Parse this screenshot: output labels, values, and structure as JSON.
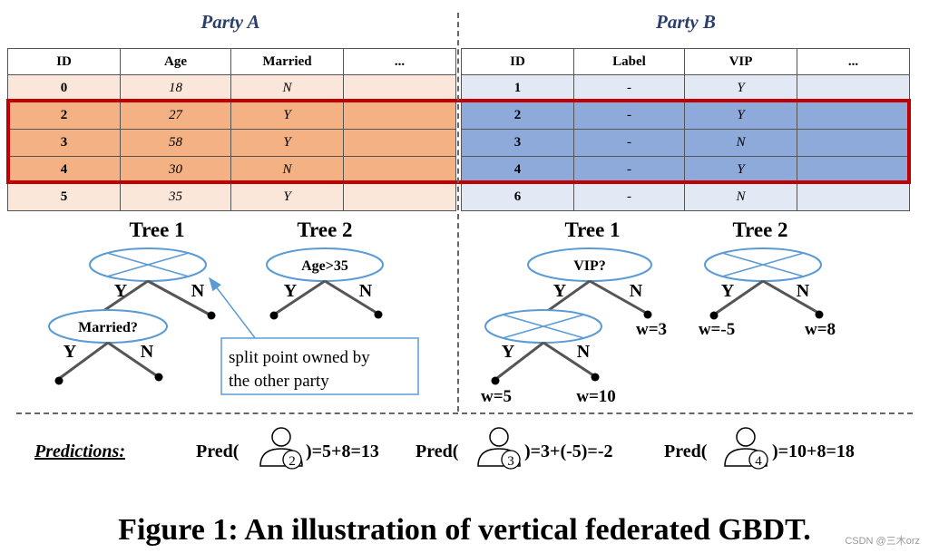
{
  "party_a": {
    "title": "Party A",
    "headers": [
      "ID",
      "Age",
      "Married",
      "..."
    ],
    "rows": [
      [
        "0",
        "18",
        "N",
        ""
      ],
      [
        "2",
        "27",
        "Y",
        ""
      ],
      [
        "3",
        "58",
        "Y",
        ""
      ],
      [
        "4",
        "30",
        "N",
        ""
      ],
      [
        "5",
        "35",
        "Y",
        ""
      ]
    ]
  },
  "party_b": {
    "title": "Party B",
    "headers": [
      "ID",
      "Label",
      "VIP",
      "..."
    ],
    "rows": [
      [
        "1",
        "-",
        "Y",
        ""
      ],
      [
        "2",
        "-",
        "Y",
        ""
      ],
      [
        "3",
        "-",
        "N",
        ""
      ],
      [
        "4",
        "-",
        "Y",
        ""
      ],
      [
        "6",
        "-",
        "N",
        ""
      ]
    ]
  },
  "trees_a": {
    "tree1_title": "Tree 1",
    "tree1_inner": "Married?",
    "tree2_title": "Tree 2",
    "tree2_root": "Age>35",
    "yes": "Y",
    "no": "N",
    "callout": [
      "split point owned by",
      "the other party"
    ]
  },
  "trees_b": {
    "tree1_title": "Tree 1",
    "tree1_root": "VIP?",
    "tree1_w_right": "w=3",
    "tree1_w_ll": "w=5",
    "tree1_w_lr": "w=10",
    "tree2_title": "Tree 2",
    "tree2_w_left": "w=-5",
    "tree2_w_right": "w=8",
    "yes": "Y",
    "no": "N"
  },
  "predictions": {
    "label": "Predictions:",
    "items": [
      {
        "prefix": "Pred(",
        "user": "2",
        "suffix": ")=5+8=13"
      },
      {
        "prefix": "Pred(",
        "user": "3",
        "suffix": ")=3+(-5)=-2"
      },
      {
        "prefix": "Pred(",
        "user": "4",
        "suffix": ")=10+8=18"
      }
    ]
  },
  "caption": "Figure 1: An illustration of vertical federated GBDT.",
  "watermark": "CSDN @三木orz",
  "colors": {
    "orange_light": "#fbe6da",
    "orange_dark": "#f4b183",
    "blue_light": "#e2e9f5",
    "blue_dark": "#8eaadb",
    "highlight": "#c00000",
    "node_outline": "#5b9bd5",
    "edge": "#555555",
    "title": "#2a3f6b"
  }
}
